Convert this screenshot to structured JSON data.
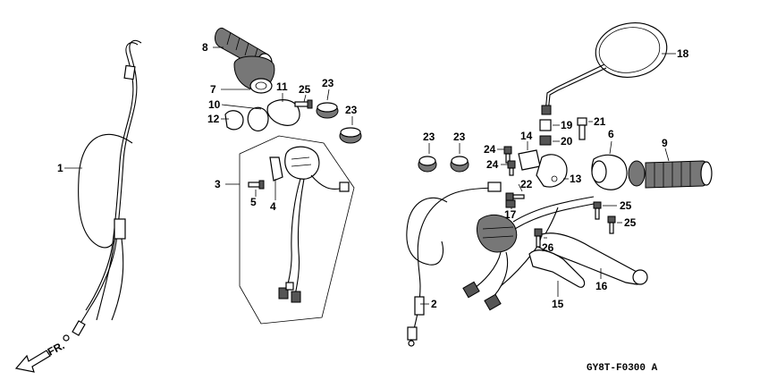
{
  "diagram": {
    "code": "GY8T-F0300 A",
    "fr_label": "FR.",
    "callouts": {
      "c1": "1",
      "c2": "2",
      "c3": "3",
      "c4": "4",
      "c5": "5",
      "c6": "6",
      "c7": "7",
      "c8": "8",
      "c9": "9",
      "c10": "10",
      "c11": "11",
      "c12": "12",
      "c13": "13",
      "c14": "14",
      "c15": "15",
      "c16": "16",
      "c17": "17",
      "c18": "18",
      "c19": "19",
      "c20": "20",
      "c21": "21",
      "c22": "22",
      "c23a": "23",
      "c23b": "23",
      "c23c": "23",
      "c23d": "23",
      "c24a": "24",
      "c24b": "24",
      "c25a": "25",
      "c25b": "25",
      "c25c": "25",
      "c26": "26"
    }
  }
}
